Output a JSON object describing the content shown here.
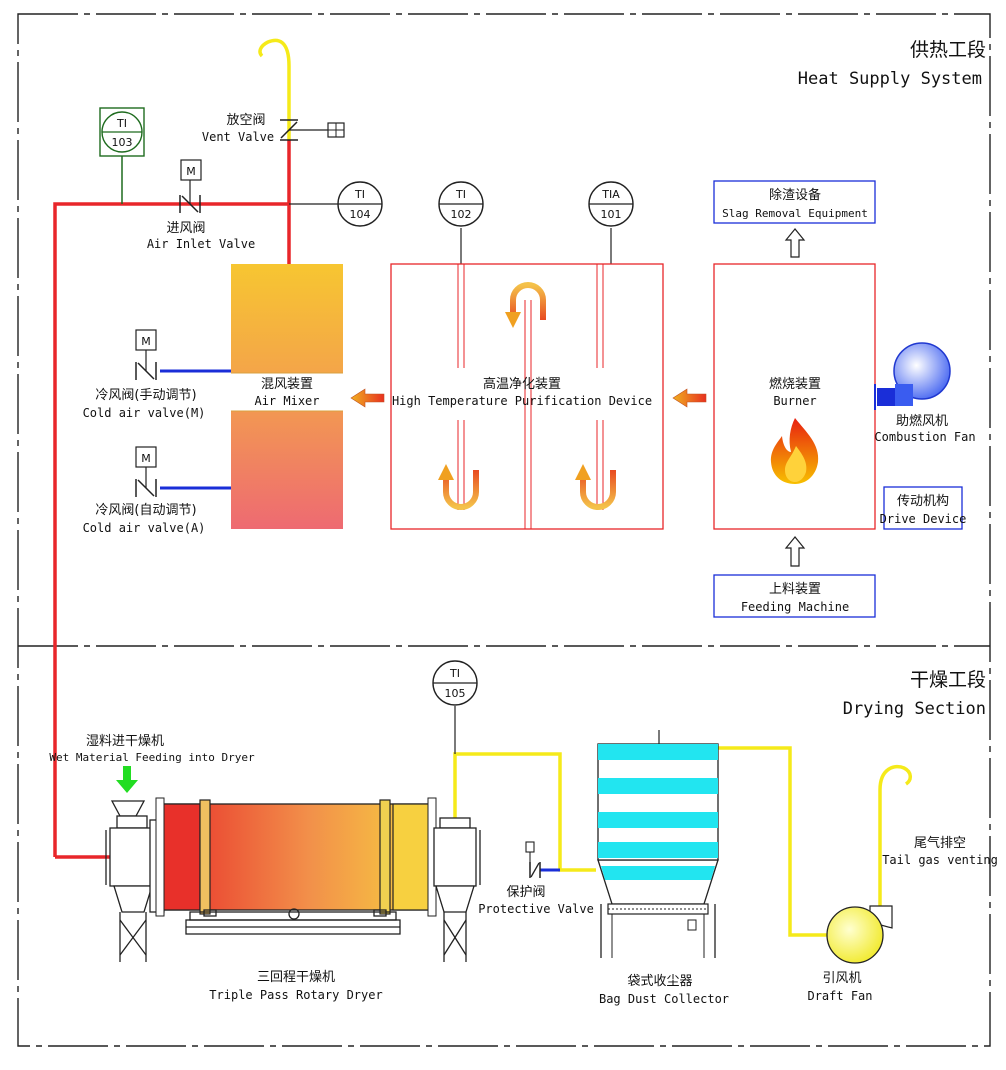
{
  "sections": {
    "heat": {
      "cn": "供热工段",
      "en": "Heat Supply System"
    },
    "drying": {
      "cn": "干燥工段",
      "en": "Drying Section"
    }
  },
  "instruments": {
    "ti103": {
      "tag": "TI",
      "num": "103"
    },
    "ti104": {
      "tag": "TI",
      "num": "104"
    },
    "ti102": {
      "tag": "TI",
      "num": "102"
    },
    "tia101": {
      "tag": "TIA",
      "num": "101"
    },
    "ti105": {
      "tag": "TI",
      "num": "105"
    }
  },
  "motor_label": "M",
  "labels": {
    "vent_valve": {
      "cn": "放空阀",
      "en": "Vent Valve"
    },
    "air_inlet_valve": {
      "cn": "进风阀",
      "en": "Air Inlet Valve"
    },
    "air_mixer": {
      "cn": "混风装置",
      "en": "Air Mixer"
    },
    "cold_valve_m": {
      "cn": "冷风阀(手动调节)",
      "en": "Cold air valve(M)"
    },
    "cold_valve_a": {
      "cn": "冷风阀(自动调节)",
      "en": "Cold air valve(A)"
    },
    "purification": {
      "cn": "高温净化装置",
      "en": "High Temperature Purification Device"
    },
    "burner": {
      "cn": "燃烧装置",
      "en": "Burner"
    },
    "combustion_fan": {
      "cn": "助燃风机",
      "en": "Combustion Fan"
    },
    "drive_device": {
      "cn": "传动机构",
      "en": "Drive Device"
    },
    "slag_removal": {
      "cn": "除渣设备",
      "en": "Slag Removal Equipment"
    },
    "feeding_machine": {
      "cn": "上料装置",
      "en": "Feeding Machine"
    },
    "wet_feed": {
      "cn": "湿料进干燥机",
      "en": "Wet Material Feeding into Dryer"
    },
    "dryer": {
      "cn": "三回程干燥机",
      "en": "Triple Pass Rotary Dryer"
    },
    "protective_valve": {
      "cn": "保护阀",
      "en": "Protective Valve"
    },
    "bag_collector": {
      "cn": "袋式收尘器",
      "en": "Bag Dust Collector"
    },
    "draft_fan": {
      "cn": "引风机",
      "en": "Draft Fan"
    },
    "tail_gas": {
      "cn": "尾气排空",
      "en": "Tail gas venting"
    }
  },
  "colors": {
    "hot_pipe": "#e8262a",
    "exhaust_pipe": "#f5ea1a",
    "cold_pipe": "#1a2ed8",
    "box_border": "#e8262a",
    "blue_box": "#1a2ed8",
    "instrument_green": "#1e6b1e",
    "feed_arrow": "#22dd22",
    "bag_stripe": "#22e5f0"
  }
}
